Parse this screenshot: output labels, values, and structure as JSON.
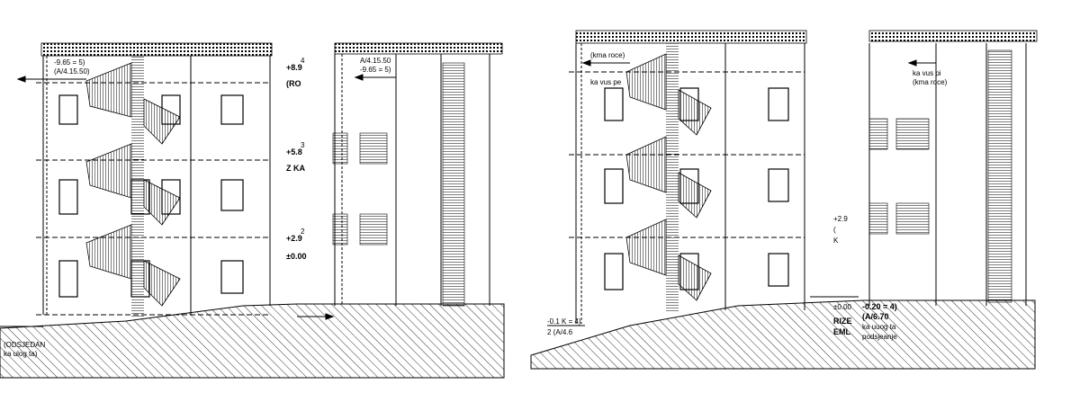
{
  "sheet": {
    "left": {
      "label_top_1": "-9.65 = 5)",
      "label_top_2": "(A/4.15.50)",
      "label_side_1": "+8.9",
      "label_side_1b": "4",
      "label_side_2": "(RO",
      "label_side_3": "+5.8",
      "label_side_3b": "3",
      "label_side_4": "Z KA",
      "label_side_5": "+2.9",
      "label_side_5b": "2",
      "label_side_6": "±0.00",
      "label_mid_1": "A/4.15.50",
      "label_mid_2": "-9.65 = 5)",
      "label_bottom_1": "(ODSJEDAN",
      "label_bottom_2": "ka ulog ta)"
    },
    "right": {
      "label_top_1": "(kma roce)",
      "label_top_2": "ka vus pe",
      "label_top_3": "(kma roce)",
      "label_top_4": "ka vus pi",
      "label_mid_1": "±0.00",
      "label_mid_2": "-0.20 = 4)",
      "label_mid_3": "(A/6.70",
      "label_mid_4": "RIZE",
      "label_mid_5": "ka uuog ta",
      "label_mid_6": "EML",
      "label_mid_7": "podsjeanje",
      "label_low_1": "-0.1 K = 4)",
      "label_low_2": "2 (A/4.6",
      "label_side_1": "+2.9",
      "label_side_2": "(",
      "label_side_3": "K"
    }
  },
  "colors": {
    "line": "#000000",
    "paper": "#ffffff",
    "hatch": "#000000"
  }
}
